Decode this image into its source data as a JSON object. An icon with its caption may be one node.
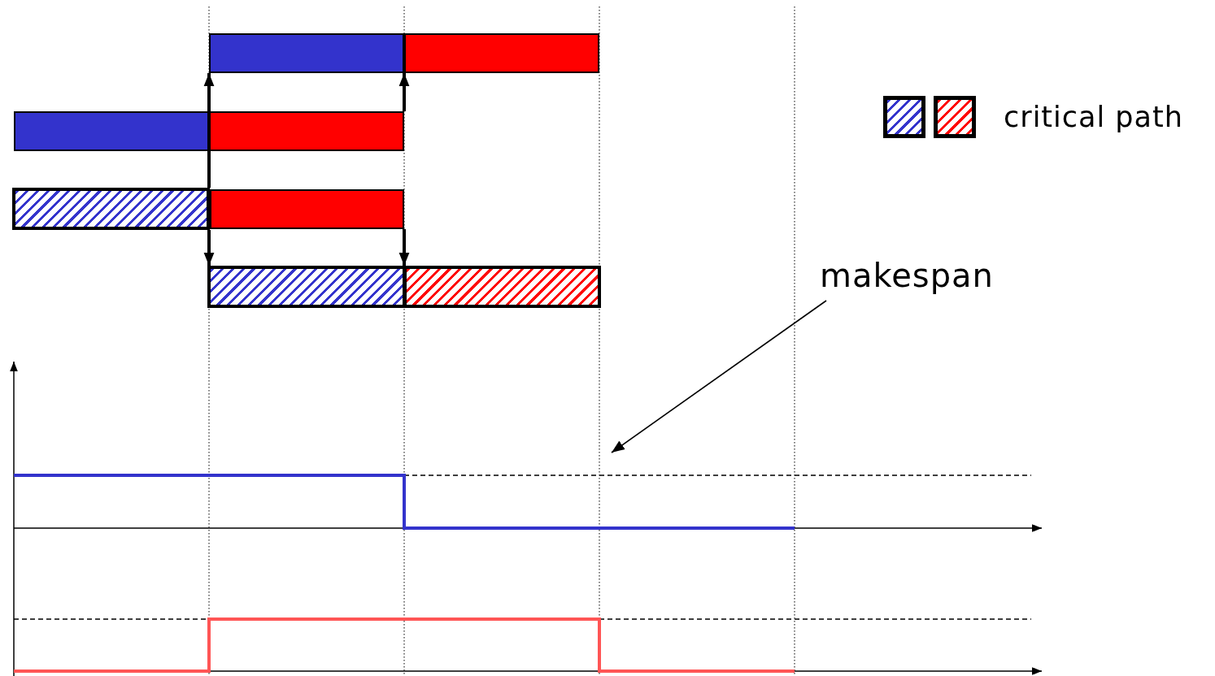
{
  "diagram": {
    "nodes": [
      {
        "text": [],
        "shape": "bar"
      },
      {
        "text": [],
        "shape": "bar"
      },
      {
        "text": [],
        "shape": "bar"
      },
      {
        "text": [],
        "shape": "bar"
      },
      {
        "text": [],
        "shape": "bar"
      },
      {
        "text": [],
        "shape": "bar"
      },
      {
        "text": [],
        "shape": "bar"
      },
      {
        "text": [],
        "shape": "bar"
      },
      {
        "text": [
          "makespan"
        ]
      }
    ],
    "edges": [
      {
        "from": 4,
        "to": 0,
        "arrow": "to"
      },
      {
        "from": 4,
        "to": 6,
        "arrow": "to"
      },
      {
        "from": 3,
        "to": 1,
        "arrow": "to"
      },
      {
        "from": 5,
        "to": 7,
        "arrow": "to"
      },
      {
        "from": 8,
        "to": null,
        "arrow": "to"
      }
    ],
    "legend": [
      {
        "text": "critical path"
      }
    ]
  }
}
